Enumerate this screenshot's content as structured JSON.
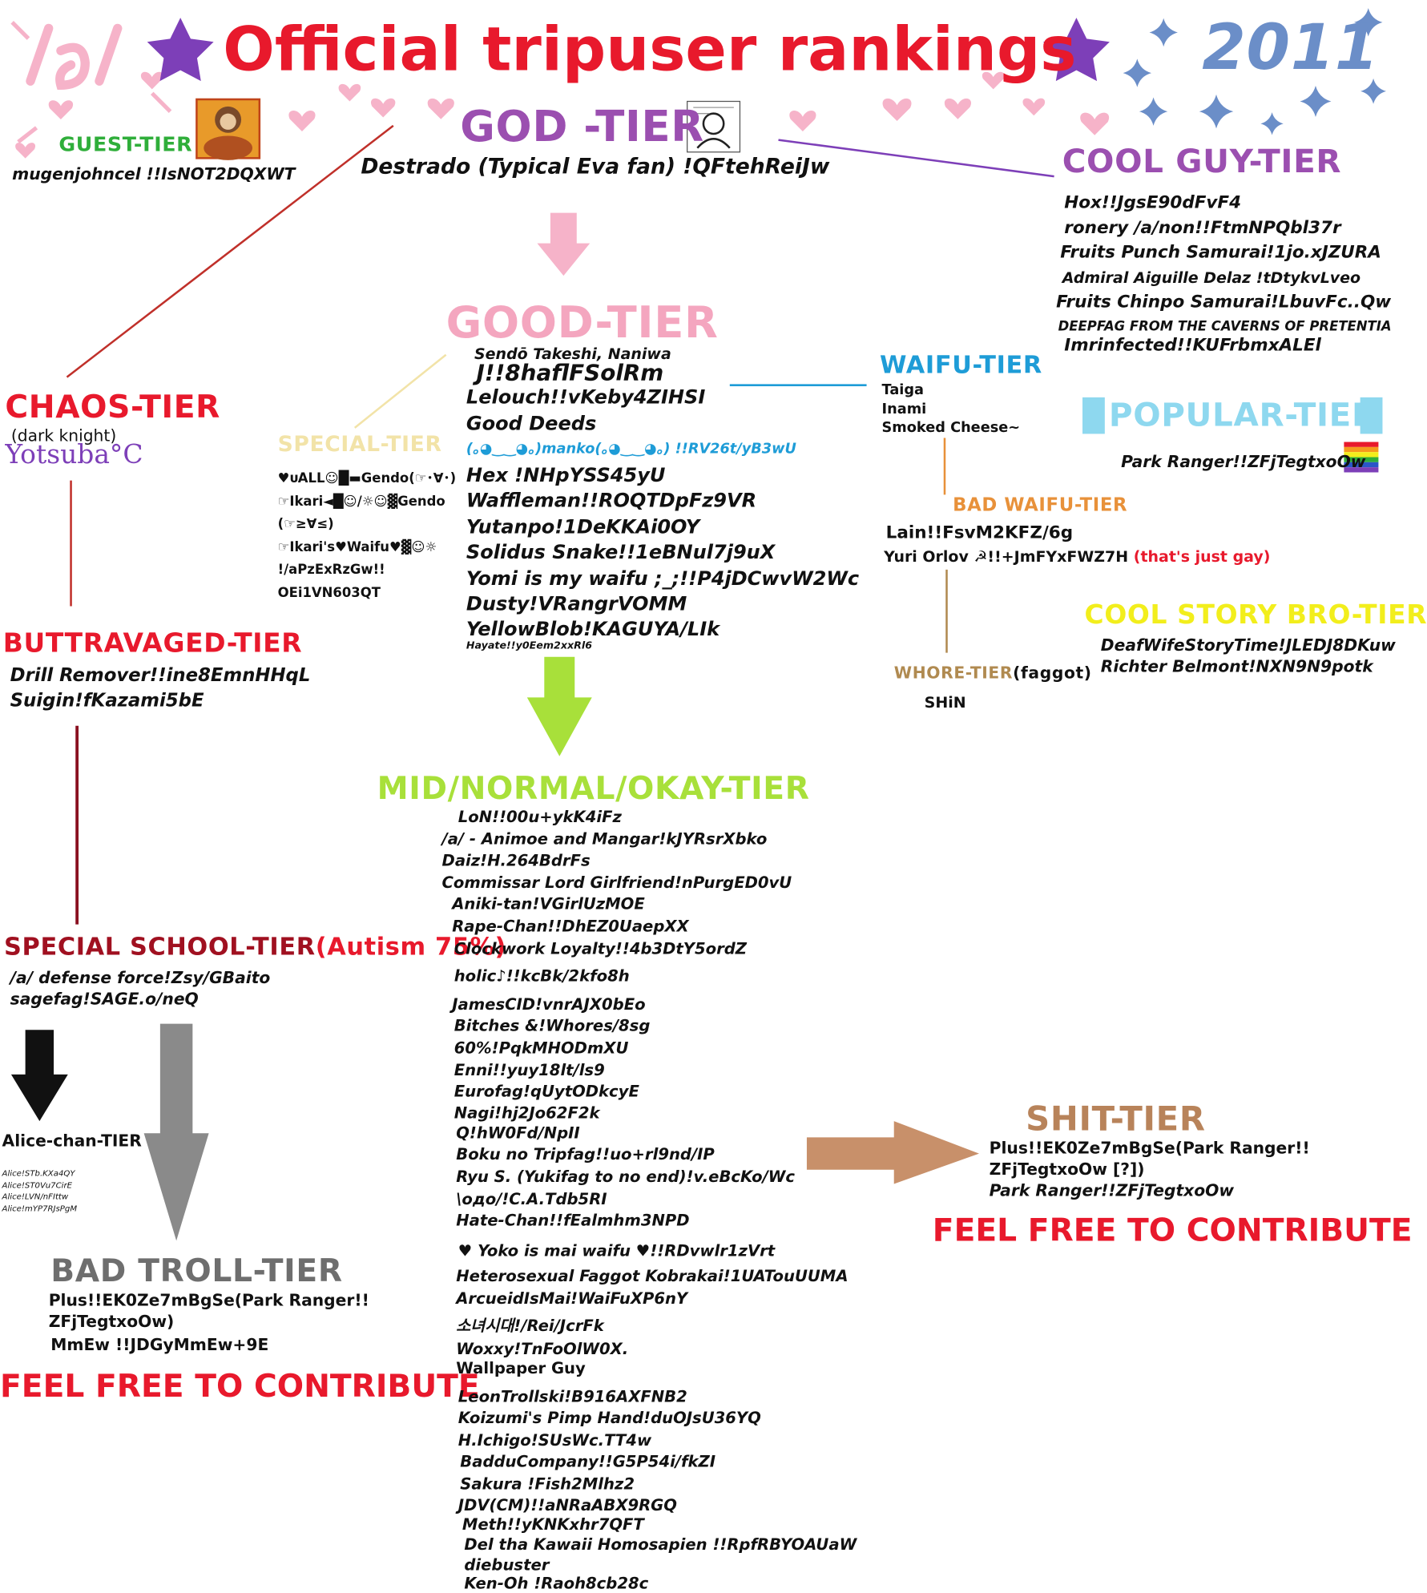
{
  "header": {
    "board": "/a/",
    "title": "Official tripuser rankings",
    "year": "2011"
  },
  "colors": {
    "title": "#e8192c",
    "star": "#7d3fb8",
    "god": "#9b4fb0",
    "cool_guy": "#9b4fb0",
    "good": "#f4a6bf",
    "waifu": "#1e9cd7",
    "popular": "#8ed8ef",
    "bad_waifu": "#e8913a",
    "cool_story": "#f2ee1c",
    "whore": "#b08a50",
    "chaos": "#e8192c",
    "special": "#f2e3a8",
    "buttravaged": "#e8192c",
    "special_school": "#a01020",
    "mid": "#a8e03a",
    "bad_troll": "#6e6e6e",
    "shit": "#b8835a",
    "contribute": "#e8192c",
    "year": "#6b8ec8"
  },
  "icons": [
    "star-icon",
    "sparkle-icon",
    "heart-icon",
    "rainbow-flag-icon",
    "arrow-down-icon",
    "arrow-right-icon",
    "avatar-icon"
  ],
  "guest": {
    "label": "GUEST-TIER",
    "name": "mugenjohncel !!IsNOT2DQXWT"
  },
  "god": {
    "label": "GOD -TIER",
    "name": "Destrado (Typical Eva fan) !QFtehReiJw"
  },
  "cool_guy": {
    "label": "COOL GUY-TIER",
    "items": [
      "Hox!!JgsE90dFvF4",
      "ronery /a/non!!FtmNPQbl37r",
      "Fruits Punch Samurai!1jo.xJZURA",
      "Admiral Aiguille Delaz !tDtykvLveo",
      "Fruits Chinpo Samurai!LbuvFc..Qw",
      "DEEPFAG FROM THE CAVERNS OF PRETENTIA",
      "Imrinfected!!KUFrbmxALEl"
    ]
  },
  "good": {
    "label": "GOOD-TIER",
    "items": [
      "Sendō Takeshi, Naniwa",
      "J!!8haflFSolRm",
      "Lelouch!!vKeby4ZIHSI",
      "Good Deeds",
      "(｡◕‿‿◕｡)manko(｡◕‿‿◕｡) !!RV26t/yB3wU",
      "Hex !NHpYSS45yU",
      "Waffleman!!ROQTDpFz9VR",
      "Yutanpo!1DeKKAi0OY",
      "Solidus Snake!!1eBNul7j9uX",
      "Yomi is my waifu ;_;!!P4jDCwvW2Wc",
      "Dusty!VRangrVOMM",
      "YellowBlob!KAGUYA/LIk",
      "Hayate!!y0Eem2xxRl6"
    ]
  },
  "waifu": {
    "label": "WAIFU-TIER",
    "items": [
      "Taiga",
      "Inami",
      "Smoked Cheese~"
    ]
  },
  "popular": {
    "label": "POPULAR-TIER",
    "name": "Park Ranger!!ZFjTegtxoOw"
  },
  "bad_waifu": {
    "label": "BAD WAIFU-TIER",
    "item1": "Lain!!FsvM2KFZ/6g",
    "item2": "Yuri Orlov ☭!!+JmFYxFWZ7H",
    "item2_note": "(that's just gay)"
  },
  "cool_story": {
    "label": "COOL STORY BRO-TIER",
    "items": [
      "DeafWifeStoryTime!JLEDJ8DKuw",
      "Richter Belmont!NXN9N9potk"
    ]
  },
  "whore": {
    "label": "WHORE-TIER",
    "note": "(faggot)",
    "name": "SHiN"
  },
  "chaos": {
    "label": "CHAOS-TIER",
    "note": "(dark knight)",
    "name": "Yotsuba°C"
  },
  "special": {
    "label": "SPECIAL-TIER",
    "items": [
      "♥ᴜALL☺█▬Gendo(☞･∀･)",
      "☞Ikari◄█☺/☼☺▓Gendo",
      "(☞≥∀≤)",
      "☞Ikari's♥Waifu♥▓☺☼",
      "!/aPzExRzGw!!",
      "OEi1VN603QT"
    ]
  },
  "buttravaged": {
    "label": "BUTTRAVAGED-TIER",
    "items": [
      "Drill Remover!!ine8EmnHHqL",
      "Suigin!fKazami5bE"
    ]
  },
  "special_school": {
    "label": "SPECIAL SCHOOL-TIER",
    "note": "(Autism 75%)",
    "items": [
      "/a/ defense force!Zsy/GBaito",
      "sagefag!SAGE.o/neQ"
    ]
  },
  "alice": {
    "label": "Alice-chan-TIER",
    "items": [
      "Alice!STb.KXa4QY",
      "Alice!ST0Vu7CirE",
      "Alice!LVN/nFIttw",
      "Alice!mYP7RJsPgM"
    ]
  },
  "bad_troll": {
    "label": "BAD TROLL-TIER",
    "items": [
      "Plus!!EK0Ze7mBgSe(Park Ranger!!",
      "ZFjTegtxoOw)",
      "MmEw !!JDGyMmEw+9E"
    ]
  },
  "contribute_text": "FEEL FREE TO CONTRIBUTE",
  "mid": {
    "label": "MID/NORMAL/OKAY-TIER",
    "items": [
      "LoN!!00u+ykK4iFz",
      "/a/ - Animoe and Mangar!kJYRsrXbko",
      "Daiz!H.264BdrFs",
      "Commissar Lord Girlfriend!nPurgED0vU",
      "Aniki-tan!VGirlUzMOE",
      "Rape-Chan!!DhEZ0UaepXX",
      "Clockwork Loyalty!!4b3DtY5ordZ",
      "holic♪!!kcBk/2kfo8h",
      "JamesCID!vnrAJX0bEo",
      "Bitches &!Whores/8sg",
      "60%!PqkMHODmXU",
      "Enni!!yuy18lt/ls9",
      "Eurofag!qUytODkcyE",
      "Nagi!hj2Jo62F2k",
      "Q!hW0Fd/NpII",
      "Boku no Tripfag!!uo+rl9nd/IP",
      "Ryu S. (Yukifag to no end)!v.eBcKo/Wc",
      "\\oдo/!C.A.Tdb5RI",
      "Hate-Chan!!fEalmhm3NPD",
      "♥ Yoko is mai waifu ♥!!RDvwlr1zVrt",
      "Heterosexual Faggot Kobrakai!1UATouUUMA",
      "ArcueidIsMai!WaiFuXP6nY",
      "소녀시대!/Rei/JcrFk",
      "Woxxy!TnFoOlW0X.",
      "Wallpaper Guy",
      "LeonTrollski!B916AXFNB2",
      "Koizumi's Pimp Hand!duOJsU36YQ",
      "H.Ichigo!SUsWc.TT4w",
      "BadduCompany!!G5P54i/fkZI",
      "Sakura !Fish2Mlhz2",
      "JDV(CM)!!aNRaABX9RGQ",
      "Meth!!yKNKxhr7QFT",
      "Del tha Kawaii Homosapien !!RpfRBYOAUaW",
      "diebuster",
      "Ken-Oh !Raoh8cb28c"
    ]
  },
  "shit": {
    "label": "SHIT-TIER",
    "items": [
      "Plus!!EK0Ze7mBgSe(Park Ranger!!",
      "ZFjTegtxoOw [?])",
      "Park Ranger!!ZFjTegtxoOw"
    ]
  }
}
